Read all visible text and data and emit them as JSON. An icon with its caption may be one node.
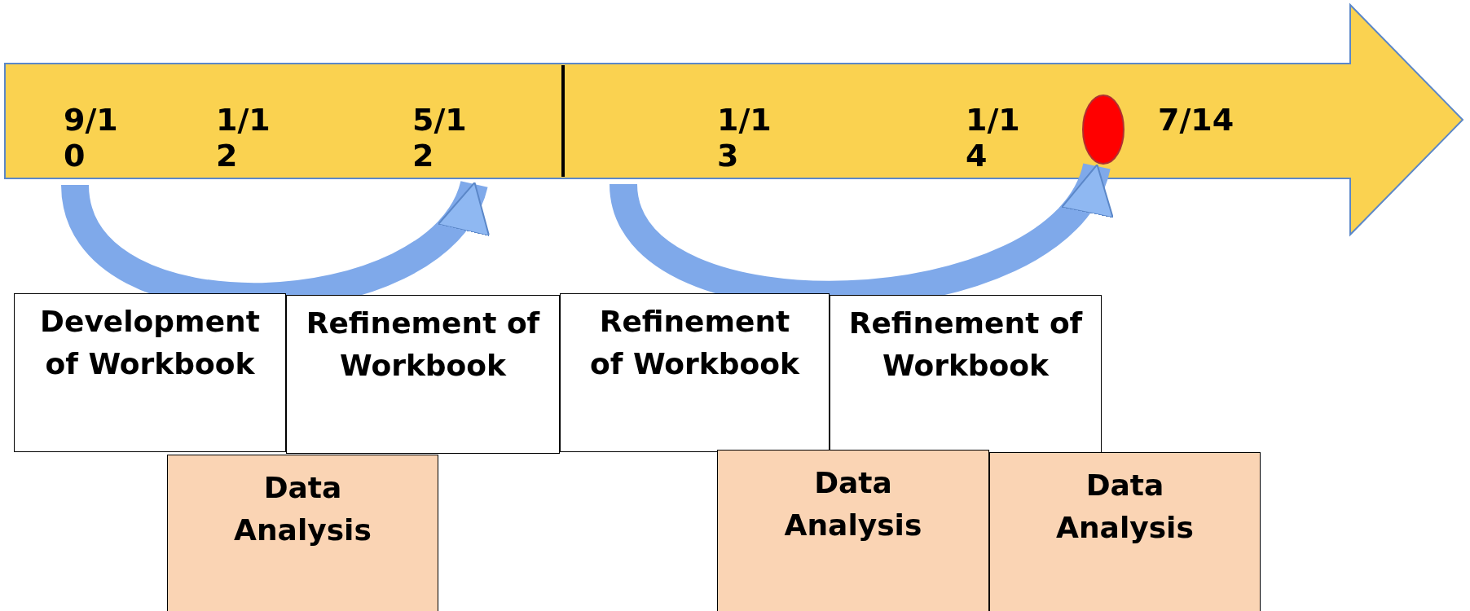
{
  "diagram": {
    "nodes": [
      {
        "text": [
          "9/10"
        ]
      },
      {
        "text": [
          "1/12"
        ]
      },
      {
        "text": [
          "5/12"
        ]
      },
      {
        "text": [
          "1/13"
        ]
      },
      {
        "text": [
          "1/14"
        ]
      },
      {
        "text": [],
        "shape": "circle"
      },
      {
        "text": [
          "7/14"
        ]
      },
      {
        "text": [
          "Development of Workbook"
        ]
      },
      {
        "text": [
          "Refinement of Workbook"
        ]
      },
      {
        "text": [
          "Refinement of Workbook"
        ]
      },
      {
        "text": [
          "Refinement of Workbook"
        ]
      },
      {
        "text": [
          "Data Analysis"
        ]
      },
      {
        "text": [
          "Data Analysis"
        ]
      },
      {
        "text": [
          "Data Analysis"
        ]
      }
    ],
    "edges": [
      {
        "from": 0,
        "to": 2,
        "arrow": "to"
      },
      {
        "from": null,
        "to": 5,
        "arrow": "to"
      }
    ]
  }
}
